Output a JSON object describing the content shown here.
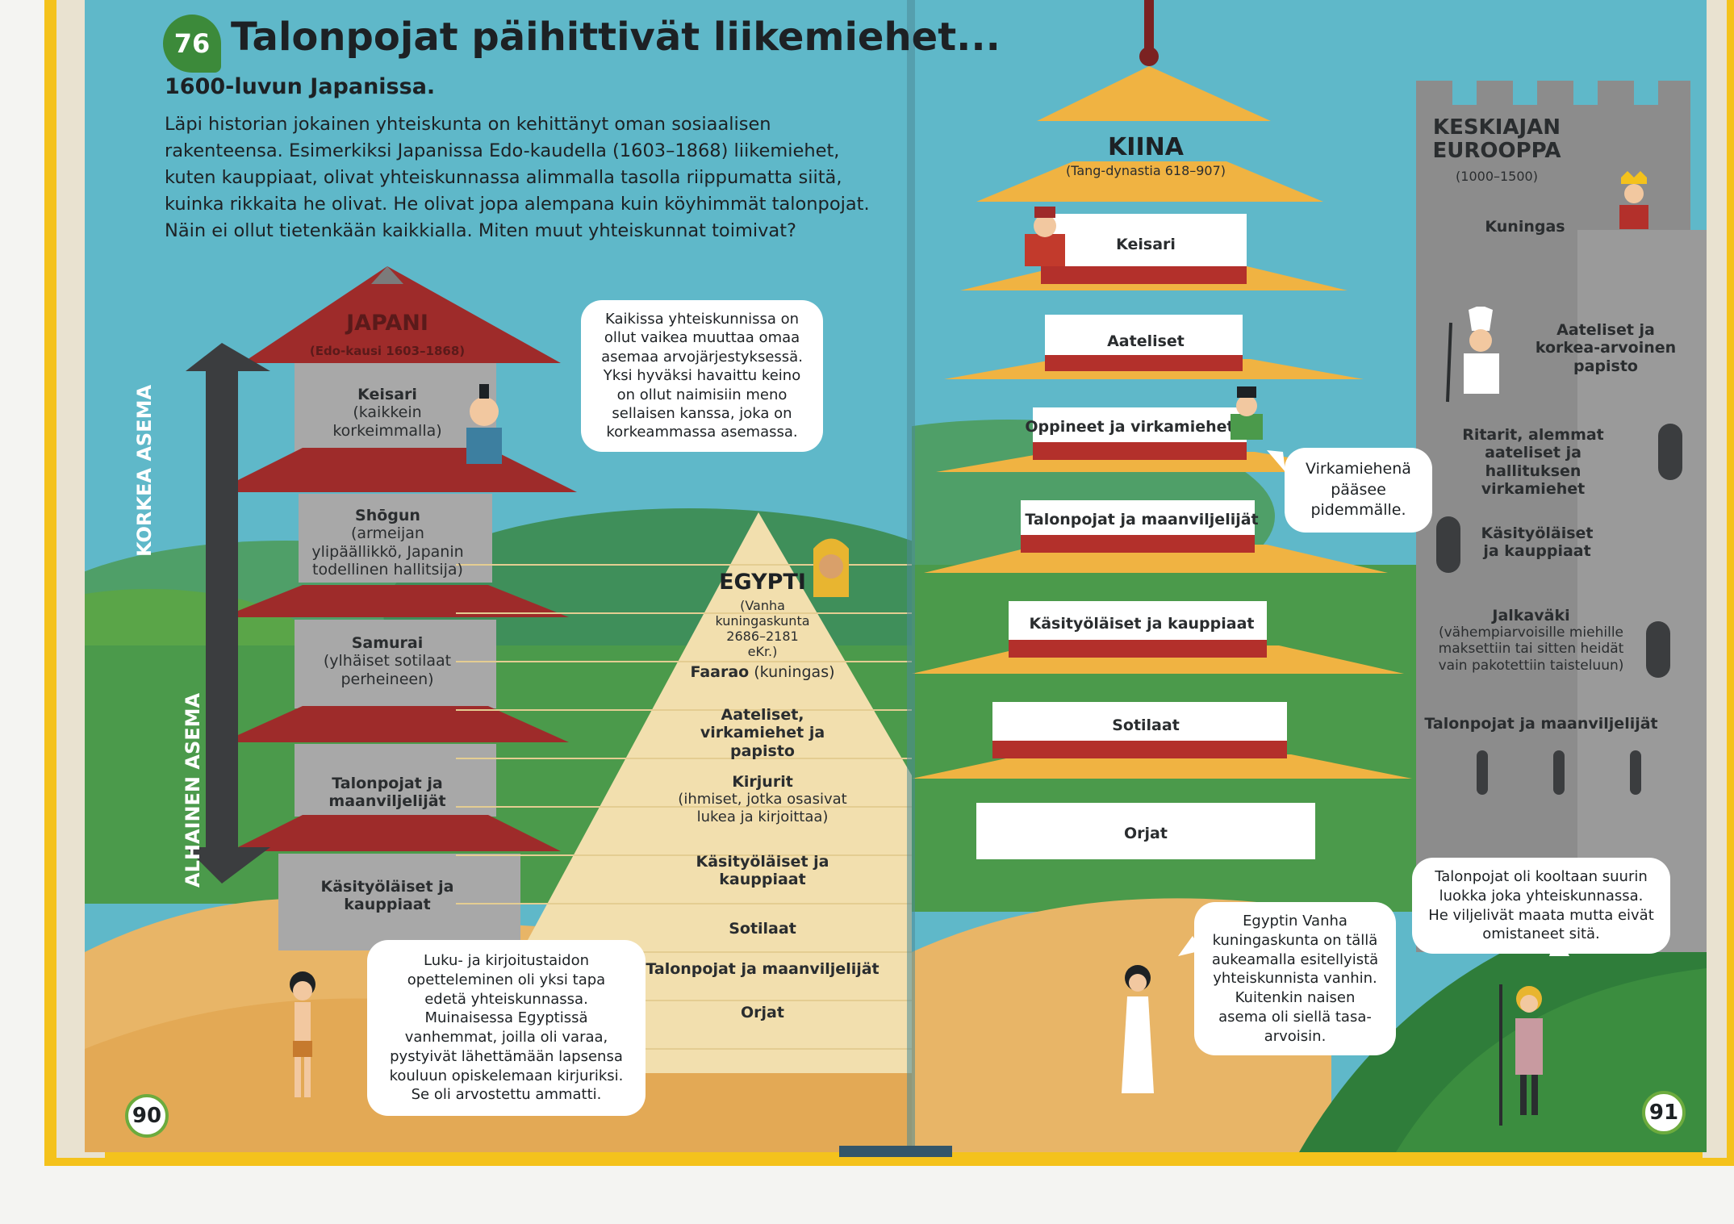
{
  "colors": {
    "sky": "#5fb8c9",
    "sand": "#e8b567",
    "grass": "#5aa548",
    "yellow_edge": "#f4c21c",
    "pagoda_red": "#9e2b2a",
    "china_gold": "#f0b342",
    "castle_grey": "#8c8c8c",
    "arrow_grey": "#3b3d3f",
    "green_badge": "#3c8a3a"
  },
  "header": {
    "page_number_badge": "76",
    "title": "Talonpojat päihittivät liikemiehet...",
    "subtitle": "1600-luvun Japanissa."
  },
  "intro": {
    "lines": [
      "Läpi historian jokainen yhteiskunta on kehittänyt oman sosiaalisen",
      "rakenteensa. Esimerkiksi Japanissa Edo-kaudella (1603–1868) liikemiehet,",
      "kuten kauppiaat, olivat yhteiskunnassa alimmalla tasolla riippumatta siitä,",
      "kuinka rikkaita he olivat. He olivat jopa alempana kuin köyhimmät talonpojat.",
      "Näin ei ollut tietenkään kaikkialla. Miten muut yhteiskunnat toimivat?"
    ]
  },
  "arrow": {
    "top_label": "KORKEA ASEMA",
    "bottom_label": "ALHAINEN ASEMA"
  },
  "japan": {
    "title": "JAPANI",
    "period": "(Edo-kausi 1603–1868)",
    "levels": [
      {
        "name": "Keisari",
        "detail": "(kaikkein korkeimmalla)"
      },
      {
        "name": "Shōgun",
        "detail": "(armeijan ylipäällikkö, Japanin todellinen hallitsija)"
      },
      {
        "name": "Samurai",
        "detail": "(ylhäiset sotilaat perheineen)"
      },
      {
        "name": "Talonpojat ja maanviljelijät",
        "detail": ""
      },
      {
        "name": "Käsityöläiset ja kauppiaat",
        "detail": ""
      }
    ]
  },
  "egypt": {
    "title": "EGYPTI",
    "period": "(Vanha kuningaskunta 2686–2181 eKr.)",
    "levels": [
      {
        "name": "Faarao",
        "detail": "(kuningas)"
      },
      {
        "name": "Aateliset, virkamiehet ja papisto",
        "detail": ""
      },
      {
        "name": "Kirjurit",
        "detail": "(ihmiset, jotka osasivat lukea ja kirjoittaa)"
      },
      {
        "name": "Käsityöläiset ja kauppiaat",
        "detail": ""
      },
      {
        "name": "Sotilaat",
        "detail": ""
      },
      {
        "name": "Talonpojat ja maanviljelijät",
        "detail": ""
      },
      {
        "name": "Orjat",
        "detail": ""
      }
    ]
  },
  "china": {
    "title": "KIINA",
    "period": "(Tang-dynastia 618–907)",
    "levels": [
      {
        "name": "Keisari"
      },
      {
        "name": "Aateliset"
      },
      {
        "name": "Oppineet ja virkamiehet"
      },
      {
        "name": "Talonpojat ja maanviljelijät"
      },
      {
        "name": "Käsityöläiset ja kauppiaat"
      },
      {
        "name": "Sotilaat"
      },
      {
        "name": "Orjat"
      }
    ]
  },
  "europe": {
    "title": "KESKIAJAN EUROOPPA",
    "period": "(1000–1500)",
    "levels": [
      {
        "name": "Kuningas",
        "detail": ""
      },
      {
        "name": "Aateliset ja korkea-arvoinen papisto",
        "detail": ""
      },
      {
        "name": "Ritarit, alemmat aateliset ja hallituksen virkamiehet",
        "detail": ""
      },
      {
        "name": "Käsityöläiset ja kauppiaat",
        "detail": ""
      },
      {
        "name": "Jalkaväki",
        "detail": "(vähempiarvoisille miehille maksettiin tai sitten heidät vain pakotettiin taisteluun)"
      },
      {
        "name": "Talonpojat ja maanviljelijät",
        "detail": ""
      }
    ]
  },
  "bubbles": {
    "social": "Kaikissa yhteiskunnissa on ollut vaikea muuttaa omaa asemaa arvojärjestyksessä. Yksi hyväksi havaittu keino on ollut naimisiin meno sellaisen kanssa, joka on korkeammassa asemassa.",
    "scribe": "Luku- ja kirjoitustaidon opetteleminen oli yksi tapa edetä yhteiskunnassa. Muinaisessa Egyptissä vanhemmat, joilla oli varaa, pystyivät lähettämään lapsensa kouluun opiskelemaan kirjuriksi. Se oli arvostettu ammatti.",
    "official": "Virkamiehenä pääsee pidemmälle.",
    "women": "Egyptin Vanha kuningaskunta on tällä aukeamalla esitellyistä yhteiskunnista vanhin. Kuitenkin naisen asema oli siellä tasa-arvoisin.",
    "peasants": "Talonpojat oli kooltaan suurin luokka joka yhteiskunnassa. He viljelivät maata mutta eivät omistaneet sitä."
  },
  "page_numbers": {
    "left": "90",
    "right": "91"
  }
}
